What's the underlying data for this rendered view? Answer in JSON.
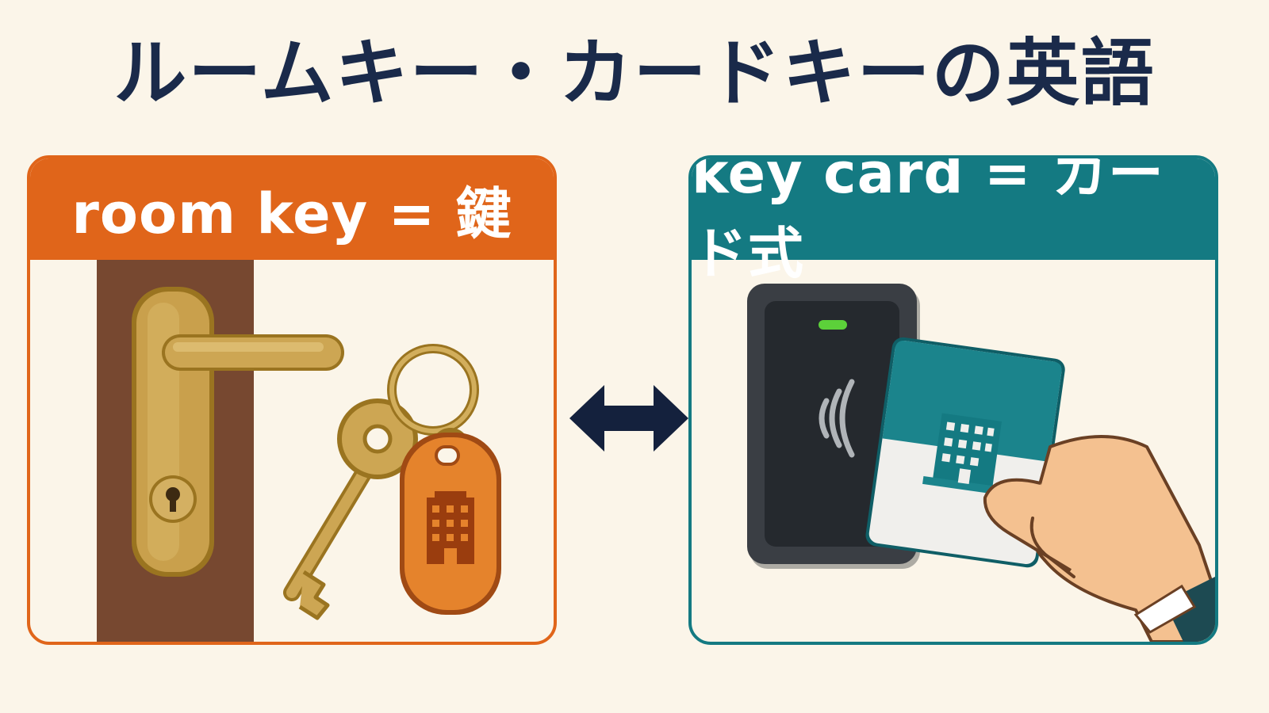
{
  "title": "ルームキー・カードキーの英語",
  "left_panel": {
    "heading": "room key = 鍵",
    "accent_color": "#e0651a",
    "illustration": [
      "door-lever-handle-icon",
      "keyhole-icon",
      "key-icon",
      "key-ring-icon",
      "hotel-building-icon"
    ]
  },
  "right_panel": {
    "heading": "key card = カード式",
    "accent_color": "#147a82",
    "illustration": [
      "card-reader-icon",
      "indicator-light-icon",
      "contactless-signal-icon",
      "key-card-icon",
      "hotel-building-icon",
      "hand-icon"
    ]
  },
  "connector": {
    "icon": "double-arrow-icon",
    "color": "#14213d"
  }
}
